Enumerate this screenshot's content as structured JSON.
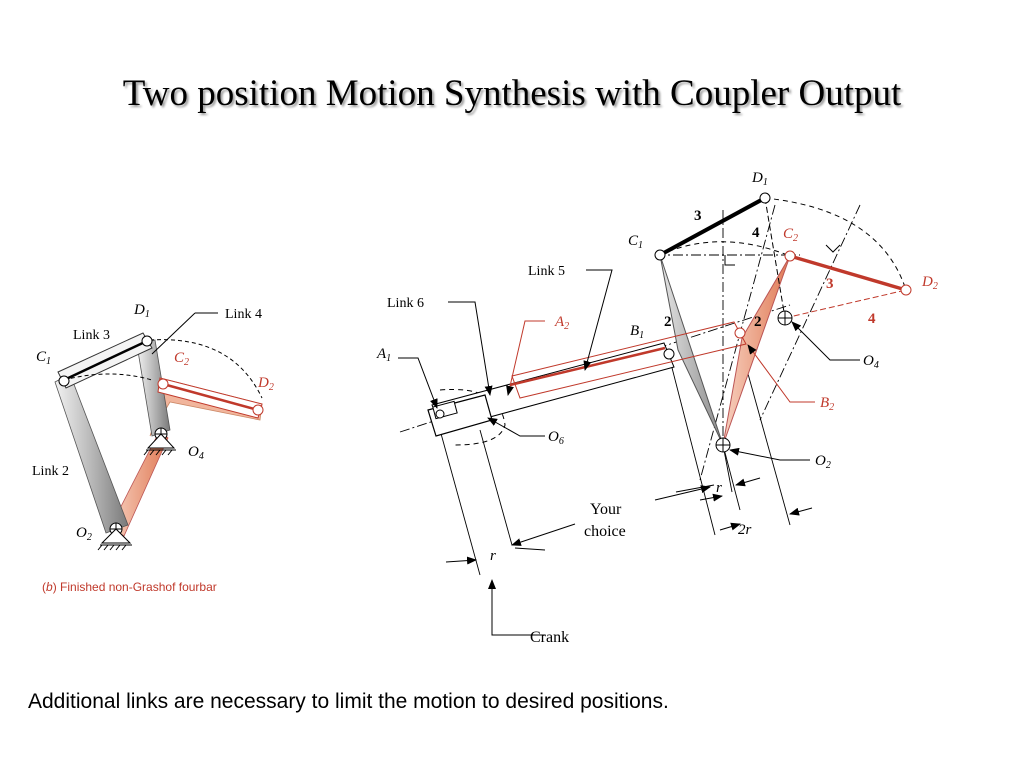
{
  "slide": {
    "title": "Two position Motion Synthesis with Coupler Output",
    "caption": "Additional links are necessary to limit the motion to desired positions."
  },
  "left_figure": {
    "labels": {
      "link3": "Link 3",
      "link4": "Link 4",
      "link2": "Link 2",
      "c1": "C",
      "c1_sub": "1",
      "d1": "D",
      "d1_sub": "1",
      "c2": "C",
      "c2_sub": "2",
      "d2": "D",
      "d2_sub": "2",
      "o4": "O",
      "o4_sub": "4",
      "o2": "O",
      "o2_sub": "2"
    },
    "caption_prefix": "(",
    "caption_b": "b",
    "caption_rest": ")  Finished non-Grashof fourbar"
  },
  "right_figure": {
    "labels": {
      "d1": "D",
      "d1_sub": "1",
      "c1": "C",
      "c1_sub": "1",
      "c2": "C",
      "c2_sub": "2",
      "d2": "D",
      "d2_sub": "2",
      "link5": "Link 5",
      "link6": "Link 6",
      "a2": "A",
      "a2_sub": "2",
      "a1": "A",
      "a1_sub": "1",
      "b1": "B",
      "b1_sub": "1",
      "b2": "B",
      "b2_sub": "2",
      "o4": "O",
      "o4_sub": "4",
      "o6": "O",
      "o6_sub": "6",
      "o2": "O",
      "o2_sub": "2",
      "n3_top": "3",
      "n4_top": "4",
      "n2_left": "2",
      "n2_right": "2",
      "n3_red": "3",
      "n4_red": "4",
      "r_small": "r",
      "r_crank": "r",
      "two_r": "2r",
      "your": "Your",
      "choice": "choice",
      "crank": "Crank"
    }
  },
  "colors": {
    "red": "#c0392b",
    "salmon": "#e8a388",
    "gray": "#a8a8a8"
  }
}
